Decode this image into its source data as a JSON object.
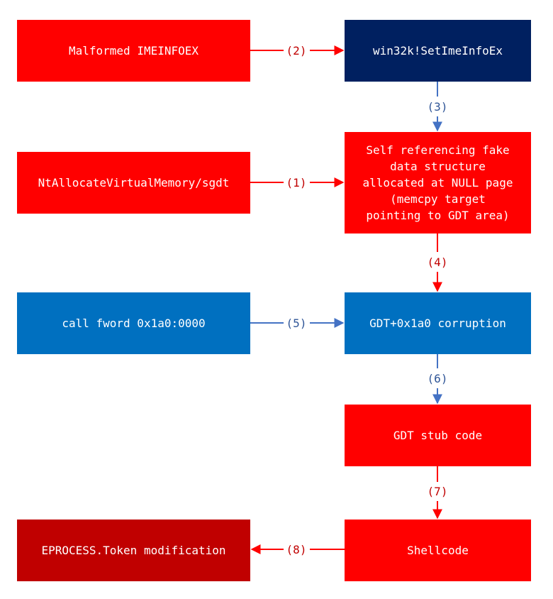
{
  "colors": {
    "red": "#ff0000",
    "navy": "#002060",
    "blue": "#0070c0",
    "dark_red": "#c00000",
    "arrow_red": "#ff0000",
    "arrow_blue": "#4472c4",
    "label_red": "#c00000",
    "label_blue": "#2f5597"
  },
  "nodes": {
    "malformed": "Malformed IMEINFOEX",
    "setime": "win32k!SetImeInfoEx",
    "ntalloc": "NtAllocateVirtualMemory/sgdt",
    "selfref": "Self referencing fake\ndata structure\nallocated at NULL page\n(memcpy target\npointing to GDT area)",
    "callfword": "call fword 0x1a0:0000",
    "gdtcorr": "GDT+0x1a0 corruption",
    "gdtstub": "GDT stub code",
    "eprocess": "EPROCESS.Token modification",
    "shellcode": "Shellcode"
  },
  "edges": {
    "e1": "(1)",
    "e2": "(2)",
    "e3": "(3)",
    "e4": "(4)",
    "e5": "(5)",
    "e6": "(6)",
    "e7": "(7)",
    "e8": "(8)"
  }
}
